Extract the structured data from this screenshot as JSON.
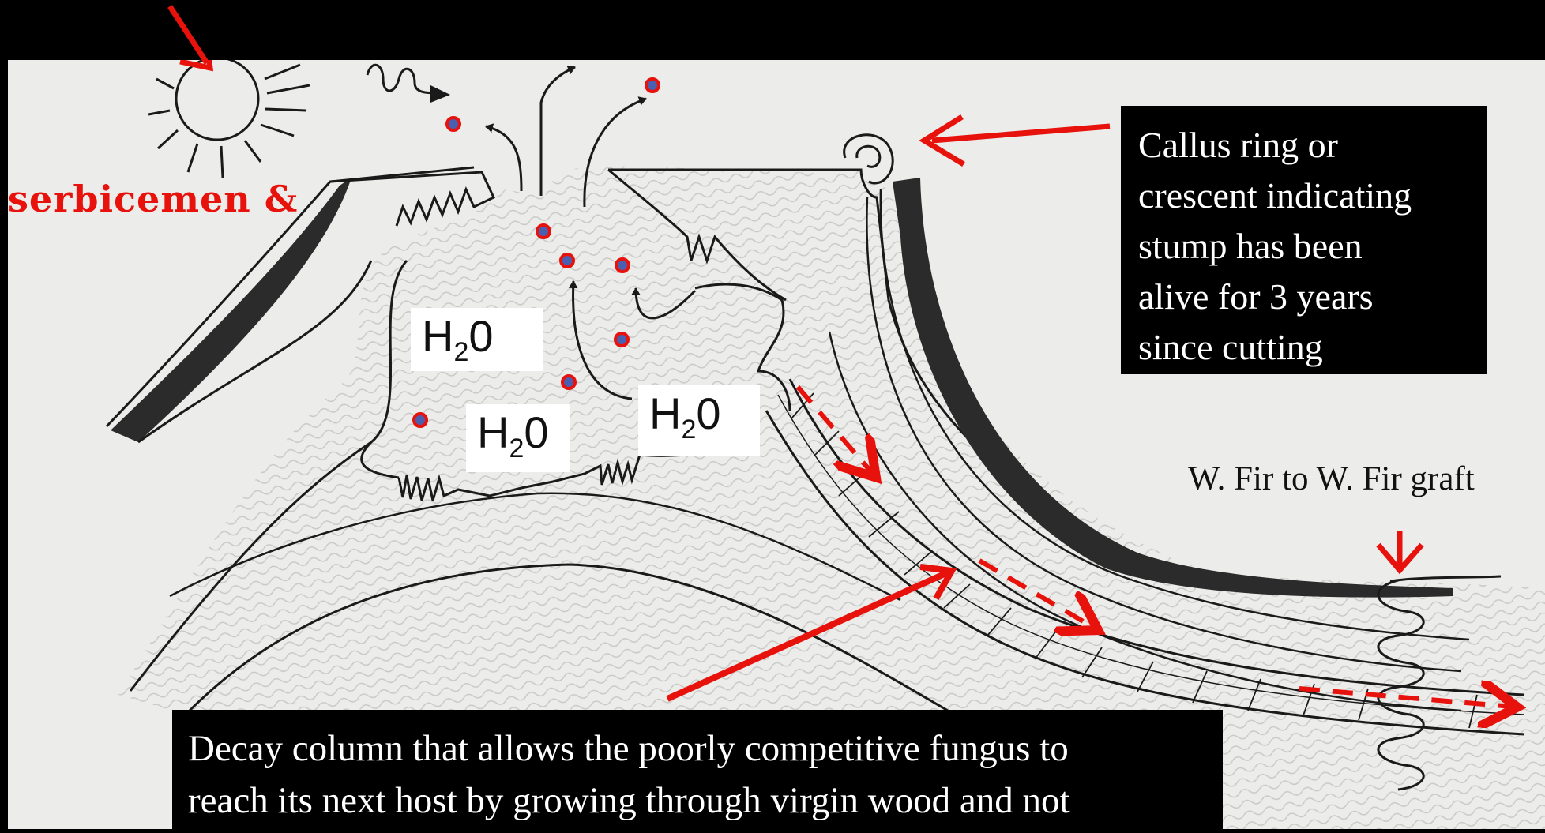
{
  "labels": {
    "callus_lines": [
      "Callus ring  or",
      "crescent indicating",
      "stump has been",
      "alive for 3 years",
      "since cutting"
    ],
    "decay_lines": [
      "Decay column that allows the poorly competitive fungus to",
      "reach its next host by growing through virgin wood and not"
    ],
    "graft": "W. Fir to W. Fir graft",
    "fraktur_fragment": "serbicemen &",
    "h2o_base": "H",
    "h2o_sub": "2",
    "h2o_tail": "0"
  },
  "colors": {
    "arrow_red": "#e8120c",
    "paper": "#ececea",
    "ink": "#1a1a1a",
    "dot_fill": "#4a5fb0"
  },
  "icons": {
    "sun": "sun-icon",
    "wave": "wavy-arrow-icon"
  }
}
